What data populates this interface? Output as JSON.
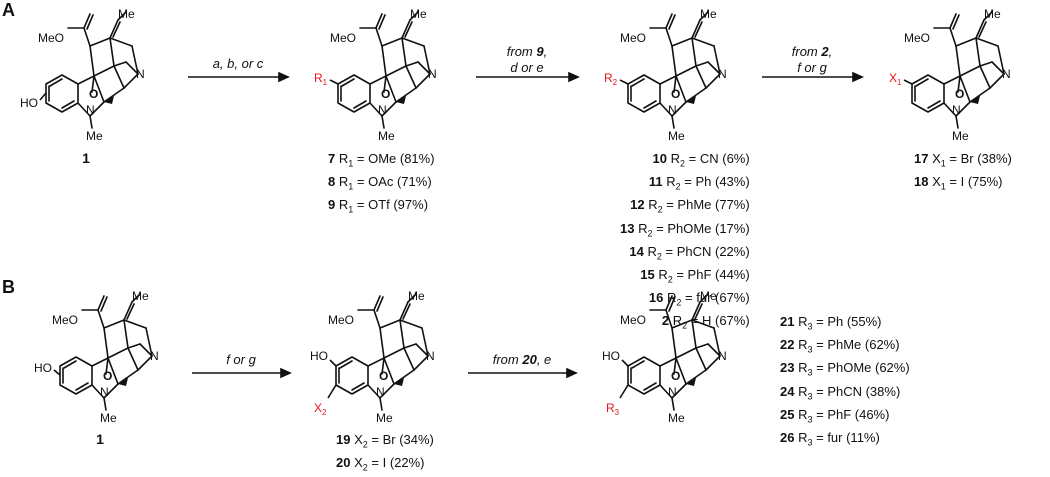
{
  "panels": {
    "A": "A",
    "B": "B"
  },
  "arrows": {
    "a1": {
      "line1": "a, b, or c",
      "line2": ""
    },
    "a2": {
      "line1_pre": "from ",
      "line1_num": "9",
      "line1_post": ",",
      "line2": "d or e"
    },
    "a3": {
      "line1_pre": "from ",
      "line1_num": "2",
      "line1_post": ",",
      "line2": "f or g"
    },
    "b1": {
      "line1": "f or g"
    },
    "b2": {
      "pre": "from ",
      "num": "20",
      "post": ", e"
    }
  },
  "compound_labels": {
    "startA": "1",
    "startB": "1"
  },
  "structure_text": {
    "ester": "MeO",
    "methyl_top": "Me",
    "nitrogen": "N",
    "oxygen": "O",
    "n_methyl": "Me",
    "hydroxy": "HO",
    "hydroxy_ortho": "HO",
    "r1": "R1",
    "r2": "R2",
    "x1": "X1",
    "x2": "X2",
    "r3": "R3"
  },
  "list_7_9": [
    {
      "num": "7",
      "sym": "R",
      "sub": "1",
      "rest": " = OMe (81%)"
    },
    {
      "num": "8",
      "sym": "R",
      "sub": "1",
      "rest": " = OAc (71%)"
    },
    {
      "num": "9",
      "sym": "R",
      "sub": "1",
      "rest": " = OTf (97%)"
    }
  ],
  "list_10_2": [
    {
      "num": "10",
      "sym": "R",
      "sub": "2",
      "rest": " = CN (6%)"
    },
    {
      "num": "11",
      "sym": "R",
      "sub": "2",
      "rest": " = Ph (43%)"
    },
    {
      "num": "12",
      "sym": "R",
      "sub": "2",
      "rest": " = PhMe (77%)"
    },
    {
      "num": "13",
      "sym": "R",
      "sub": "2",
      "rest": " = PhOMe (17%)"
    },
    {
      "num": "14",
      "sym": "R",
      "sub": "2",
      "rest": " = PhCN (22%)"
    },
    {
      "num": "15",
      "sym": "R",
      "sub": "2",
      "rest": " = PhF (44%)"
    },
    {
      "num": "16",
      "sym": "R",
      "sub": "2",
      "rest": " = fur (67%)"
    },
    {
      "num": "2",
      "sym": "R",
      "sub": "2",
      "rest": " = H (67%)"
    }
  ],
  "list_17_18": [
    {
      "num": "17",
      "sym": "X",
      "sub": "1",
      "rest": " = Br (38%)"
    },
    {
      "num": "18",
      "sym": "X",
      "sub": "1",
      "rest": " = I (75%)"
    }
  ],
  "list_19_20": [
    {
      "num": "19",
      "sym": "X",
      "sub": "2",
      "rest": " = Br (34%)"
    },
    {
      "num": "20",
      "sym": "X",
      "sub": "2",
      "rest": " = I (22%)"
    }
  ],
  "list_21_26": [
    {
      "num": "21",
      "sym": "R",
      "sub": "3",
      "rest": " = Ph (55%)"
    },
    {
      "num": "22",
      "sym": "R",
      "sub": "3",
      "rest": " = PhMe (62%)"
    },
    {
      "num": "23",
      "sym": "R",
      "sub": "3",
      "rest": " = PhOMe (62%)"
    },
    {
      "num": "24",
      "sym": "R",
      "sub": "3",
      "rest": " = PhCN (38%)"
    },
    {
      "num": "25",
      "sym": "R",
      "sub": "3",
      "rest": " = PhF (46%)"
    },
    {
      "num": "26",
      "sym": "R",
      "sub": "3",
      "rest": " = fur (11%)"
    }
  ],
  "colors": {
    "ink": "#111111",
    "substituent": "#e8141e"
  }
}
